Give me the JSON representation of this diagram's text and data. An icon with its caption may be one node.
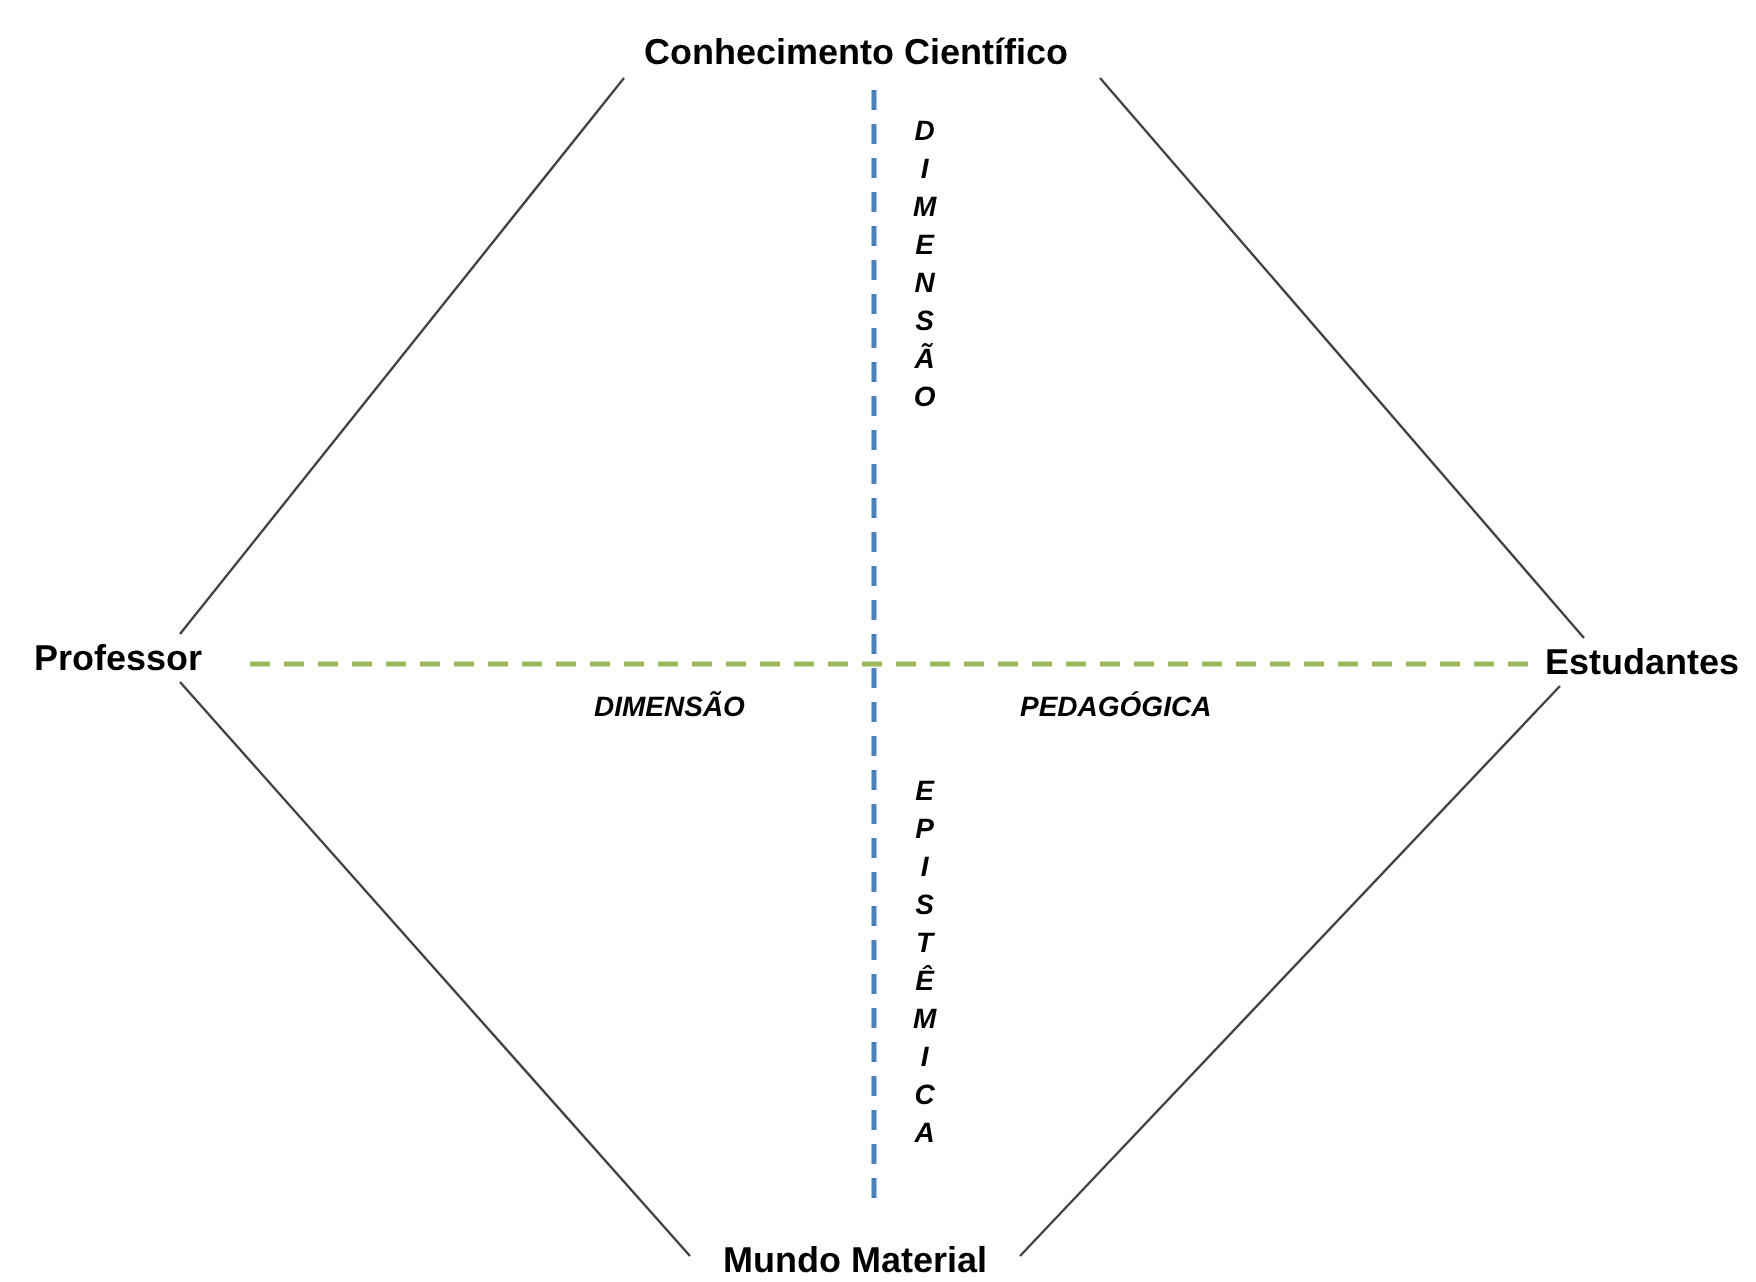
{
  "diagram": {
    "nodes": [
      {
        "text": [
          "Conhecimento Científico"
        ]
      },
      {
        "text": [
          "Professor"
        ]
      },
      {
        "text": [
          "Estudantes"
        ]
      },
      {
        "text": [
          "Mundo Material"
        ]
      }
    ],
    "edges": [
      {
        "from": 0,
        "to": 1,
        "arrow": "none"
      },
      {
        "from": 0,
        "to": 2,
        "arrow": "none"
      },
      {
        "from": 1,
        "to": 3,
        "arrow": "none"
      },
      {
        "from": 2,
        "to": 3,
        "arrow": "none"
      },
      {
        "from": 1,
        "to": 2,
        "arrow": "none",
        "style": "dashed",
        "color": "#9bbb59"
      },
      {
        "from": 0,
        "to": 3,
        "arrow": "none",
        "style": "dashed",
        "color": "#4f81bd"
      }
    ],
    "labels": [
      "DIMENSÃO",
      "DIMENSÃO",
      "PEDAGÓGICA",
      "EPISTÊMICA"
    ]
  }
}
